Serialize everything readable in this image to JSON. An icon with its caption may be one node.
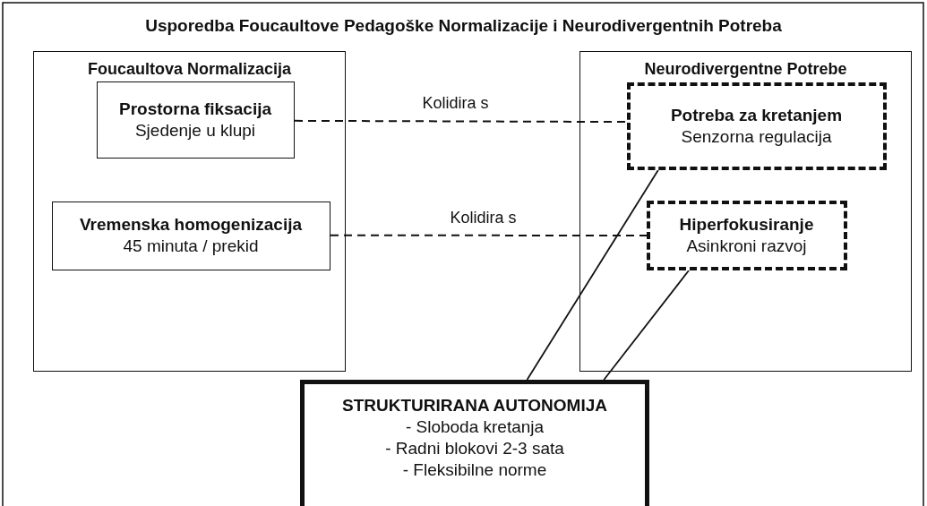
{
  "diagram": {
    "title": "Usporedba Foucaultove Pedagoške Normalizacije i Neurodivergentnih Potreba",
    "nodes": [
      {
        "text": [
          "Foucaultova Normalizacija"
        ]
      },
      {
        "text": [
          "Prostorna fiksacija",
          "Sjedenje u klupi"
        ],
        "in": 0
      },
      {
        "text": [
          "Vremenska homogenizacija",
          "45 minuta / prekid"
        ],
        "in": 0
      },
      {
        "text": [
          "Neurodivergentne Potrebe"
        ]
      },
      {
        "text": [
          "Potreba za kretanjem",
          "Senzorna regulacija"
        ],
        "in": 3
      },
      {
        "text": [
          "Hiperfokusiranje",
          "Asinkroni razvoj"
        ],
        "in": 3
      },
      {
        "text": [
          "STRUKTURIRANA AUTONOMIJA",
          "- Sloboda kretanja",
          "- Radni blokovi 2-3 sata",
          "- Fleksibilne norme"
        ]
      }
    ],
    "edges": [
      {
        "from": 1,
        "to": 4,
        "arrow": "none",
        "label": "Kolidira s",
        "style": "dashed"
      },
      {
        "from": 2,
        "to": 5,
        "arrow": "none",
        "label": "Kolidira s",
        "style": "dashed"
      },
      {
        "from": 6,
        "to": 4,
        "arrow": "none"
      },
      {
        "from": 6,
        "to": 5,
        "arrow": "none"
      }
    ]
  }
}
